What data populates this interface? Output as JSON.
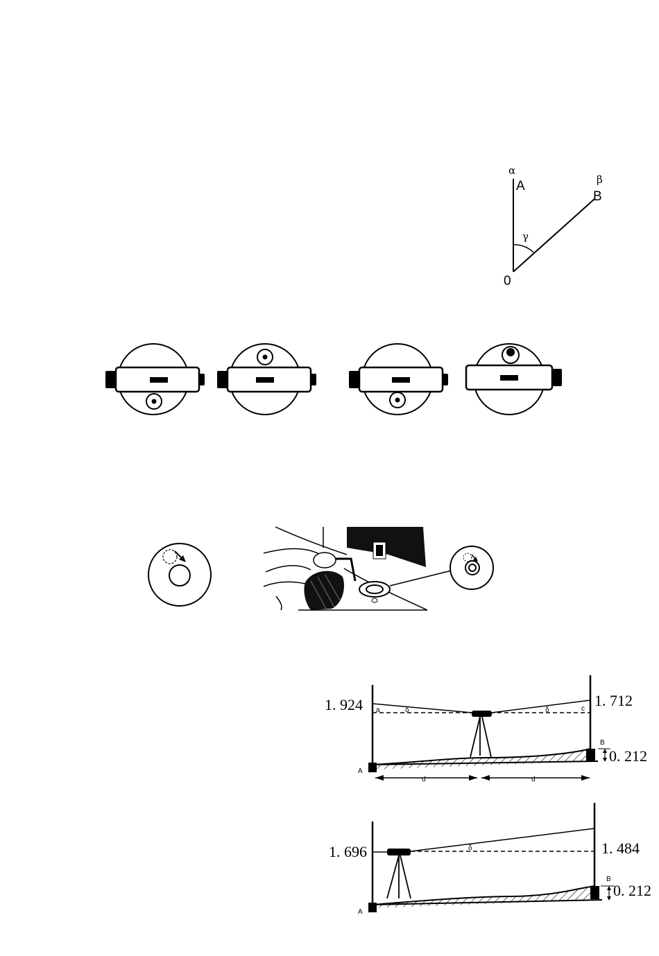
{
  "angle_figure": {
    "label_alpha": "α",
    "label_A": "A",
    "label_beta": "β",
    "label_B": "B",
    "label_gamma": "γ",
    "label_O": "0"
  },
  "level_fig1": {
    "reading_A": "1. 924",
    "reading_B": "1. 712",
    "height_diff": "0. 212",
    "point_A": "A",
    "point_B": "B",
    "dist_left": "d",
    "dist_right": "d"
  },
  "level_fig2": {
    "reading_A": "1. 696",
    "reading_B": "1. 484",
    "height_diff": "0. 212",
    "point_A": "A",
    "point_B": "B"
  }
}
